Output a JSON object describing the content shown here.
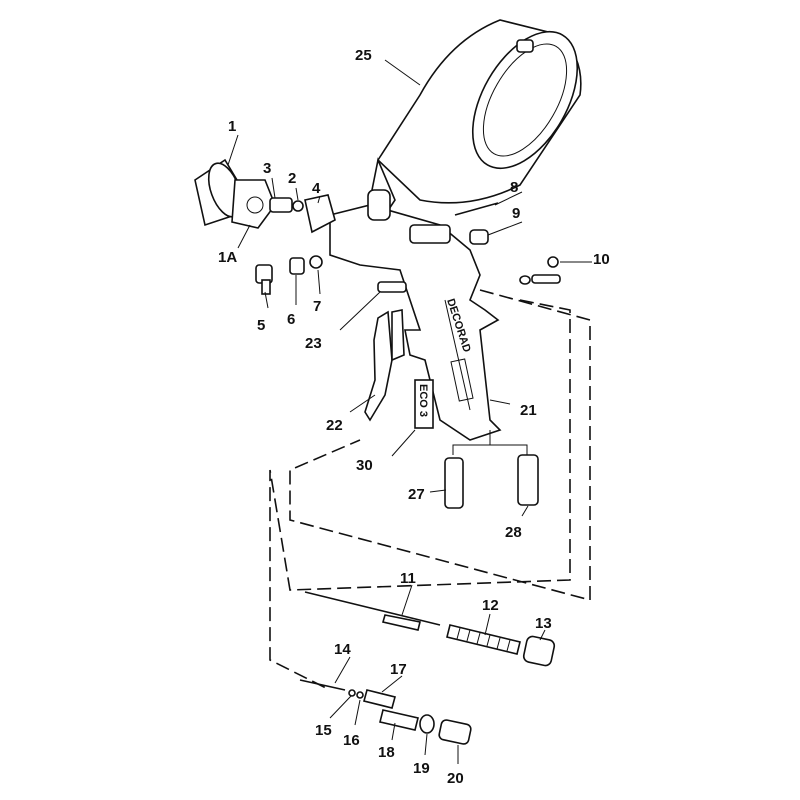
{
  "title": "Spray gun exploded parts diagram",
  "labels": {
    "p1": "1",
    "p1A": "1A",
    "p2": "2",
    "p3": "3",
    "p4": "4",
    "p5": "5",
    "p6": "6",
    "p7": "7",
    "p8": "8",
    "p9": "9",
    "p10": "10",
    "p11": "11",
    "p12": "12",
    "p13": "13",
    "p14": "14",
    "p15": "15",
    "p16": "16",
    "p17": "17",
    "p18": "18",
    "p19": "19",
    "p20": "20",
    "p21": "21",
    "p22": "22",
    "p23": "23",
    "p25": "25",
    "p27": "27",
    "p28": "28",
    "p30": "30"
  },
  "eco_badge": "ECO 3",
  "gun_logo": "DECORAD"
}
